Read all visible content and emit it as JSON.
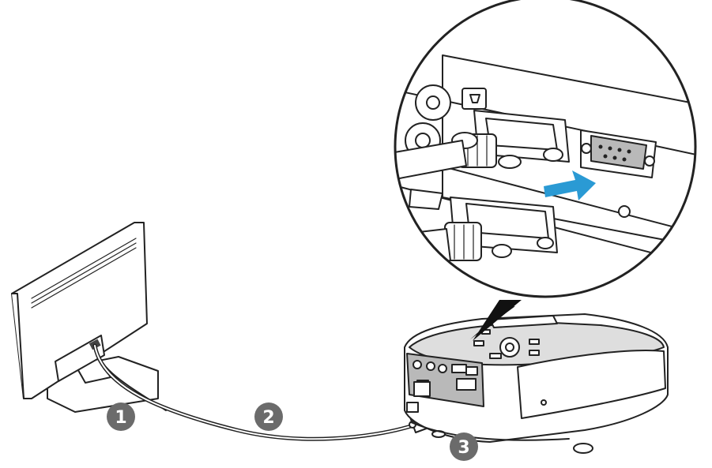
{
  "steps": [
    {
      "number": "1",
      "color": "#6b6b6b"
    },
    {
      "number": "2",
      "color": "#6b6b6b"
    },
    {
      "number": "3",
      "color": "#6b6b6b"
    }
  ],
  "colors": {
    "arrow": "#2a9ad4",
    "panel": "#b9b9b9",
    "outline": "#222222",
    "step_badge": "#6b6b6b"
  },
  "icons": [
    "monitor-icon",
    "projector-icon",
    "vga-connector-icon",
    "connect-arrow-icon"
  ]
}
